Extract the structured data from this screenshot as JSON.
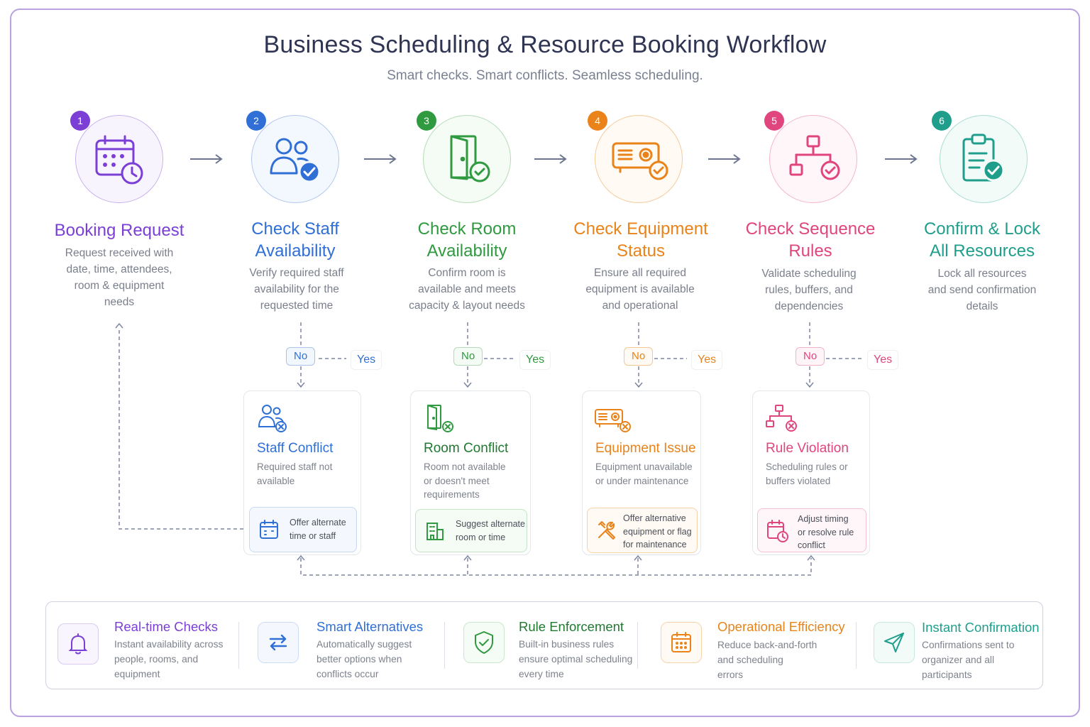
{
  "title": "Business Scheduling & Resource Booking Workflow",
  "subtitle": "Smart checks. Smart conflicts. Seamless scheduling.",
  "colors": {
    "purple": "#7b3fd6",
    "blue": "#2f6fd6",
    "green": "#2f9a40",
    "orange": "#e9831a",
    "pink": "#e0457e",
    "teal": "#1f9e8c"
  },
  "stages": [
    {
      "num": "1",
      "title_lines": [
        "Booking Request"
      ],
      "desc_lines": [
        "Request received with",
        "date, time, attendees,",
        "room & equipment",
        "needs"
      ],
      "icon": "calendar-clock-icon"
    },
    {
      "num": "2",
      "title_lines": [
        "Check Staff",
        "Availability"
      ],
      "desc_lines": [
        "Verify required staff",
        "availability for the",
        "requested time"
      ],
      "icon": "staff-check-icon"
    },
    {
      "num": "3",
      "title_lines": [
        "Check Room",
        "Availability"
      ],
      "desc_lines": [
        "Confirm room is",
        "available and meets",
        "capacity & layout needs"
      ],
      "icon": "door-check-icon"
    },
    {
      "num": "4",
      "title_lines": [
        "Check Equipment",
        "Status"
      ],
      "desc_lines": [
        "Ensure all required",
        "equipment is available",
        "and operational"
      ],
      "icon": "projector-check-icon"
    },
    {
      "num": "5",
      "title_lines": [
        "Check Sequence",
        "Rules"
      ],
      "desc_lines": [
        "Validate scheduling",
        "rules, buffers, and",
        "dependencies"
      ],
      "icon": "flow-check-icon"
    },
    {
      "num": "6",
      "title_lines": [
        "Confirm & Lock",
        "All Resources"
      ],
      "desc_lines": [
        "Lock all resources",
        "and send confirmation",
        "details"
      ],
      "icon": "clipboard-check-icon"
    }
  ],
  "decisions": {
    "no": "No",
    "yes": "Yes"
  },
  "conflicts": [
    {
      "title": "Staff Conflict",
      "desc_lines": [
        "Required staff not",
        "available"
      ],
      "action_lines": [
        "Offer alternate",
        "time or staff"
      ],
      "icon": "staff-x-icon",
      "action_icon": "calendar-icon"
    },
    {
      "title": "Room Conflict",
      "desc_lines": [
        "Room not available",
        "or doesn't meet",
        "requirements"
      ],
      "action_lines": [
        "Suggest alternate",
        "room or time"
      ],
      "icon": "door-x-icon",
      "action_icon": "building-icon"
    },
    {
      "title": "Equipment Issue",
      "desc_lines": [
        "Equipment unavailable",
        "or under maintenance"
      ],
      "action_lines": [
        "Offer alternative",
        "equipment or flag",
        "for maintenance"
      ],
      "icon": "projector-x-icon",
      "action_icon": "tools-icon"
    },
    {
      "title": "Rule Violation",
      "desc_lines": [
        "Scheduling rules or",
        "buffers violated"
      ],
      "action_lines": [
        "Adjust timing",
        "or resolve rule",
        "conflict"
      ],
      "icon": "flow-x-icon",
      "action_icon": "calendar-clock-icon"
    }
  ],
  "benefits": [
    {
      "title": "Real-time Checks",
      "desc_lines": [
        "Instant availability across",
        "people, rooms, and",
        "equipment"
      ],
      "icon": "bell-icon"
    },
    {
      "title": "Smart Alternatives",
      "desc_lines": [
        "Automatically suggest",
        "better options when",
        "conflicts occur"
      ],
      "icon": "swap-arrows-icon"
    },
    {
      "title": "Rule Enforcement",
      "desc_lines": [
        "Built-in business rules",
        "ensure optimal scheduling",
        "every time"
      ],
      "icon": "shield-check-icon"
    },
    {
      "title": "Operational Efficiency",
      "desc_lines": [
        "Reduce back-and-forth",
        "and scheduling",
        "errors"
      ],
      "icon": "calendar-grid-icon"
    },
    {
      "title": "Instant Confirmation",
      "desc_lines": [
        "Confirmations sent to",
        "organizer and all",
        "participants"
      ],
      "icon": "send-icon"
    }
  ]
}
